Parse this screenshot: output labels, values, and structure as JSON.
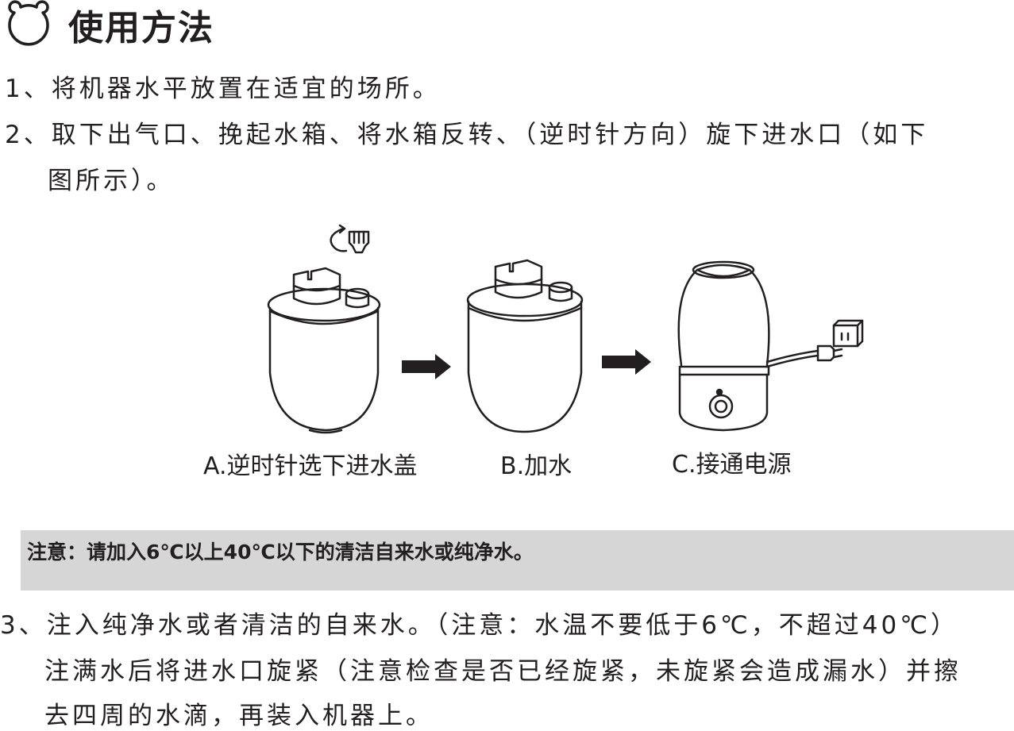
{
  "header": {
    "title": "使用方法",
    "icon": "bear-head-icon"
  },
  "steps": {
    "step1": "1、将机器水平放置在适宜的场所。",
    "step2_line1": "2、取下出气口、挽起水箱、将水箱反转、（逆时针方向）旋下进水口（如下",
    "step2_line2": "图所示）。",
    "step3_line1": "3、注入纯净水或者清洁的自来水。（注意：水温不要低于6℃，不超过40℃）",
    "step3_line2": "注满水后将进水口旋紧（注意检查是否已经旋紧，未旋紧会造成漏水）并擦",
    "step3_line3": "去四周的水滴，再装入机器上。"
  },
  "figure": {
    "caption_a": "A.逆时针选下进水盖",
    "caption_b": "B.加水",
    "caption_c": "C.接通电源",
    "icons": [
      "rotate-counterclockwise-icon",
      "water-cap-icon",
      "arrow-right-icon",
      "power-socket-icon",
      "plug-icon"
    ]
  },
  "notice": {
    "text": "注意：请加入6℃以上40℃以下的清洁自来水或纯净水。",
    "background": "#d6d6d6"
  },
  "colors": {
    "text": "#231f20",
    "line": "#231f20"
  }
}
